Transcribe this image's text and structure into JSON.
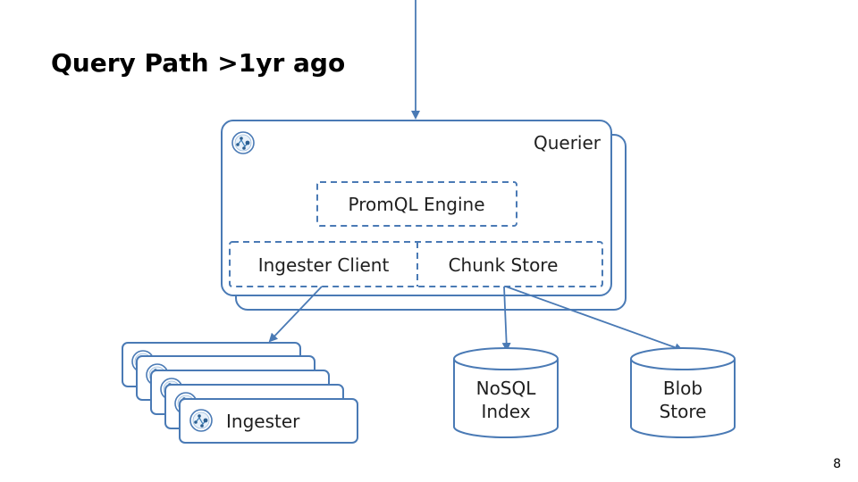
{
  "title": "Query Path >1yr ago",
  "page_number": "8",
  "querier": {
    "label": "Querier"
  },
  "promql": {
    "label": "PromQL Engine"
  },
  "ingester_client": {
    "label": "Ingester Client"
  },
  "chunk_store": {
    "label": "Chunk Store"
  },
  "ingester": {
    "label": "Ingester"
  },
  "nosql": {
    "line1": "NoSQL",
    "line2": "Index"
  },
  "blob": {
    "line1": "Blob",
    "line2": "Store"
  },
  "colors": {
    "stroke": "#4a7ab5",
    "icon_fill": "#3d7fb8"
  },
  "icon": "cortex-service-icon"
}
